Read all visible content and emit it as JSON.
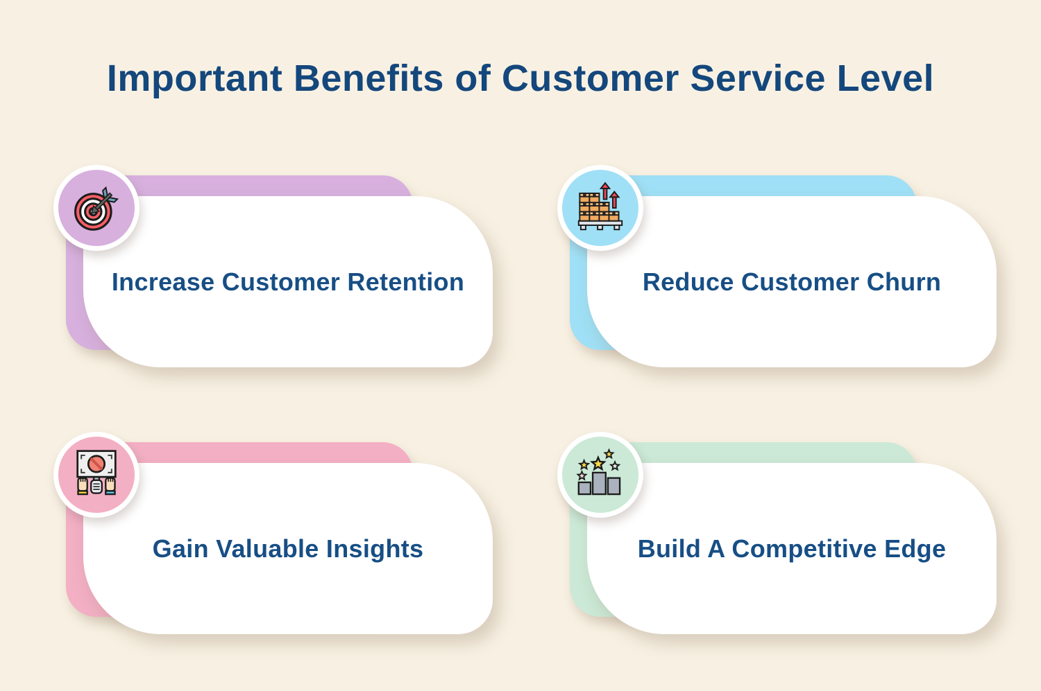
{
  "page": {
    "title": "Important Benefits of Customer Service Level",
    "background_color": "#f8f1e3",
    "title_color": "#14477c",
    "label_color": "#174e85",
    "card_bg": "#ffffff"
  },
  "cards": [
    {
      "name": "increase-customer-retention",
      "label": "Increase Customer Retention",
      "accent": "#d7b0de",
      "icon": "target-icon"
    },
    {
      "name": "reduce-customer-churn",
      "label": "Reduce Customer Churn",
      "accent": "#9fe0f6",
      "icon": "inventory-boxes-icon"
    },
    {
      "name": "gain-valuable-insights",
      "label": "Gain Valuable Insights",
      "accent": "#f3afc4",
      "icon": "protest-sign-icon"
    },
    {
      "name": "build-a-competitive-edge",
      "label": "Build A Competitive Edge",
      "accent": "#cbe9d6",
      "icon": "ranking-podium-icon"
    }
  ]
}
